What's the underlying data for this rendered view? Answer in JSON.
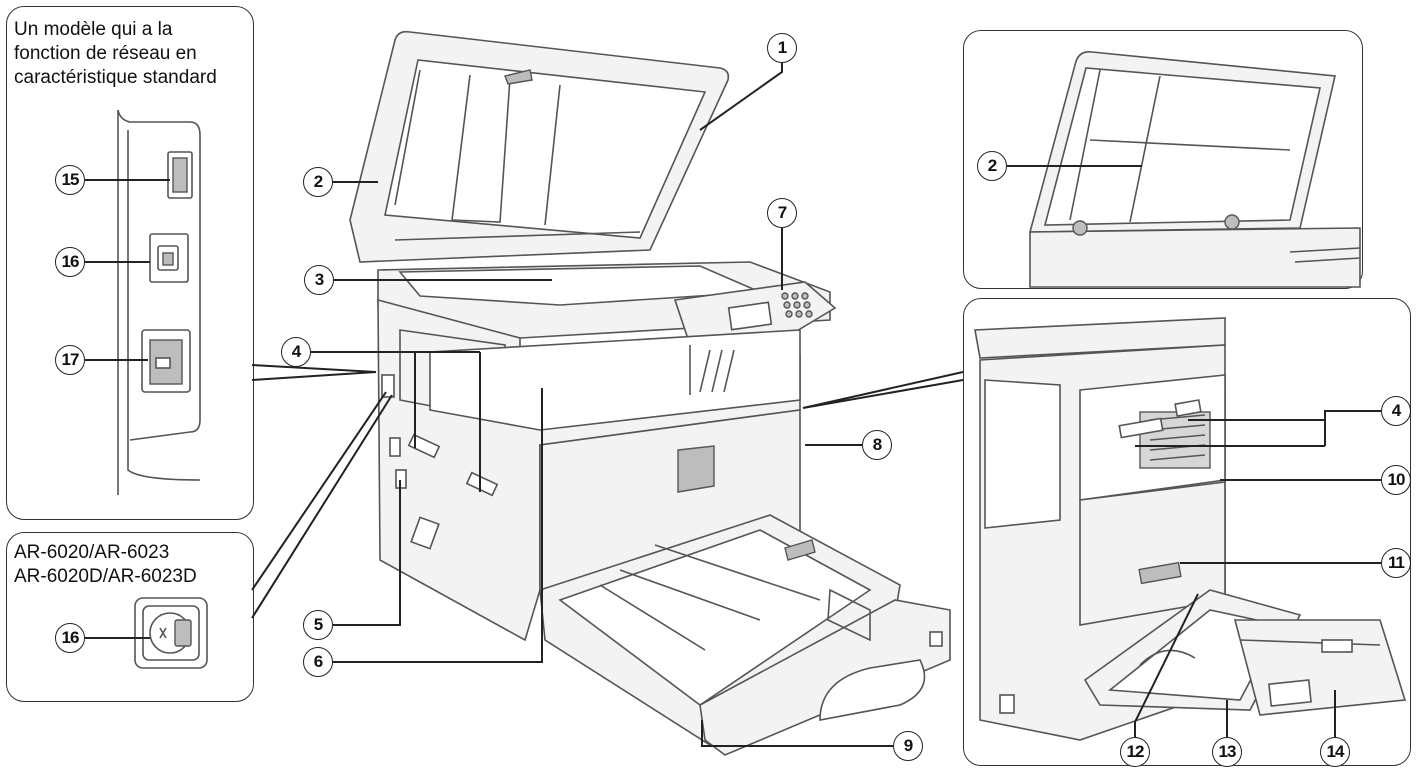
{
  "notes": {
    "network_model": [
      "Un modèle qui a la",
      "fonction de réseau en",
      "caractéristique standard"
    ],
    "usb_models": [
      "AR-6020/AR-6023",
      "AR-6020D/AR-6023D"
    ]
  },
  "callouts": {
    "c1": "1",
    "c2": "2",
    "c3": "3",
    "c4": "4",
    "c5": "5",
    "c6": "6",
    "c7": "7",
    "c8": "8",
    "c9": "9",
    "c10": "10",
    "c11": "11",
    "c12": "12",
    "c13": "13",
    "c14": "14",
    "c15": "15",
    "c16": "16",
    "c17": "17"
  },
  "colors": {
    "line": "#222222",
    "drawing": "#555555"
  }
}
